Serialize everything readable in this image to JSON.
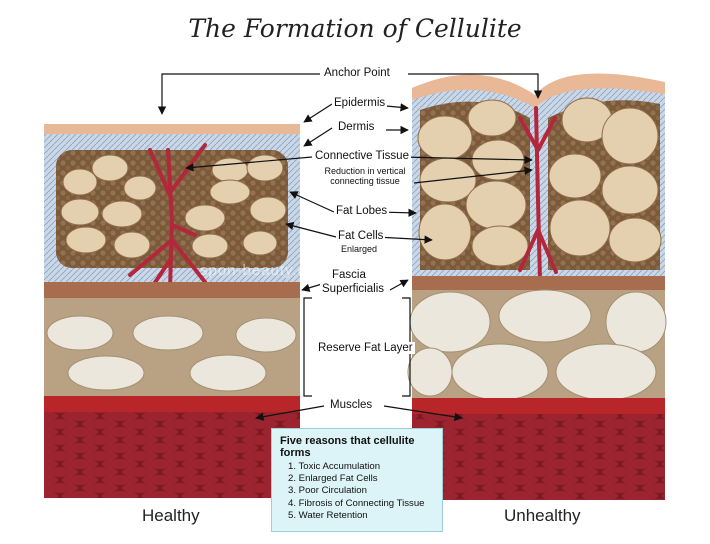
{
  "title": "The Formation of Cellulite",
  "labels": {
    "anchor_point": "Anchor Point",
    "epidermis": "Epidermis",
    "dermis": "Dermis",
    "connective_tissue": "Connective Tissue",
    "reduction_line1": "Reduction in vertical",
    "reduction_line2": "connecting tissue",
    "fat_lobes": "Fat Lobes",
    "fat_cells": "Fat Cells",
    "enlarged": "Enlarged",
    "fascia_line1": "Fascia",
    "fascia_line2": "Superficialis",
    "reserve_fat_layer": "Reserve Fat Layer",
    "muscles": "Muscles"
  },
  "captions": {
    "healthy": "Healthy",
    "unhealthy": "Unhealthy"
  },
  "reasons": {
    "heading": "Five reasons that cellulite forms",
    "items": [
      "1.  Toxic Accumulation",
      "2. Enlarged Fat Cells",
      "3. Poor Circulation",
      "4. Fibrosis of Connecting Tissue",
      "5. Water Retention"
    ]
  },
  "watermark": "spon-beauty.en.alibaba.com",
  "colors": {
    "skin": "#e9b896",
    "dermis": "#c9d7e6",
    "fat_lobe_bg": "#7a5a3a",
    "fat_cell": "#e4cfae",
    "fascia": "#a86d4e",
    "reserve_layer": "#b9a183",
    "reserve_cell": "#ece7dd",
    "muscle_top": "#b8262a",
    "muscle": "#7f1a22",
    "connective": "#b4263b",
    "reasons_box": "#dcf4f7"
  }
}
